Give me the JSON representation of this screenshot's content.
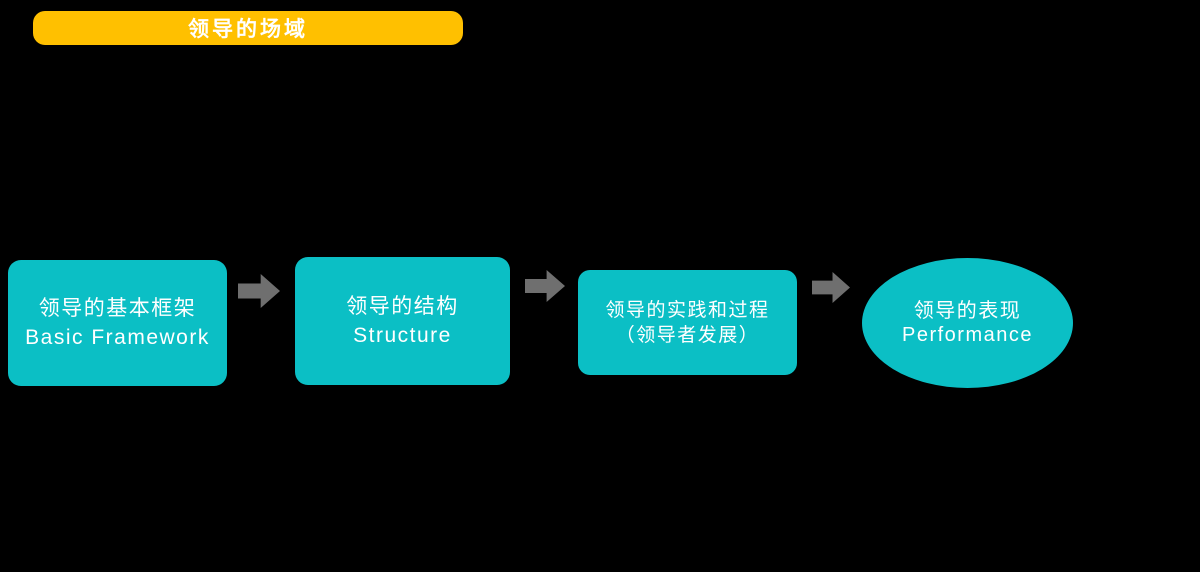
{
  "banner": {
    "label": "领导的场域"
  },
  "flow": {
    "nodes": [
      {
        "id": "basic-framework",
        "shape": "rounded-rectangle",
        "title": "领导的基本框架",
        "subtitle": "Basic Framework"
      },
      {
        "id": "structure",
        "shape": "rounded-rectangle",
        "title": "领导的结构",
        "subtitle": "Structure"
      },
      {
        "id": "practice-process",
        "shape": "rounded-rectangle",
        "title": "领导的实践和过程",
        "subtitle": "（领导者发展）"
      },
      {
        "id": "performance",
        "shape": "ellipse",
        "title": "领导的表现",
        "subtitle": "Performance"
      }
    ],
    "connectors": [
      {
        "from": "basic-framework",
        "to": "structure",
        "icon": "right-block-arrow-icon"
      },
      {
        "from": "structure",
        "to": "practice-process",
        "icon": "right-block-arrow-icon"
      },
      {
        "from": "practice-process",
        "to": "performance",
        "icon": "right-block-arrow-icon"
      }
    ]
  },
  "colors": {
    "background": "#000000",
    "banner-yellow": "#FFC000",
    "node-teal": "#0BBFC5",
    "arrow-gray": "#6F6F6F",
    "text-white": "#FFFFFF"
  }
}
